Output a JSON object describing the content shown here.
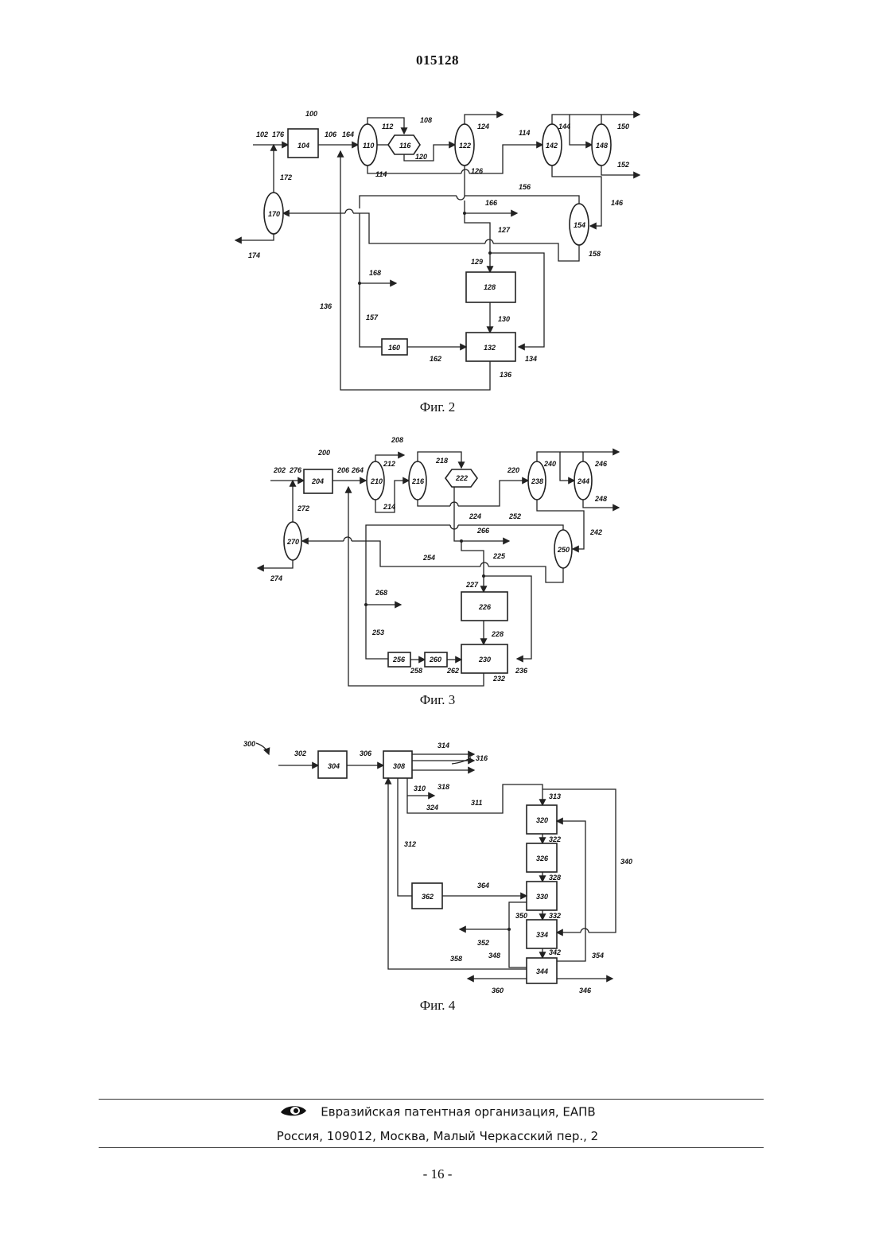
{
  "header": {
    "doc_number": "015128"
  },
  "figures": [
    {
      "caption": "Фиг. 2",
      "labels": {
        "l100": "100",
        "l102": "102",
        "l176": "176",
        "l104": "104",
        "l106": "106",
        "l164": "164",
        "l110": "110",
        "l112": "112",
        "l116": "116",
        "l120": "120",
        "l114a": "114",
        "l108": "108",
        "l122": "122",
        "l124": "124",
        "l114b": "114",
        "l126": "126",
        "l142": "142",
        "l144": "144",
        "l148": "148",
        "l150": "150",
        "l152": "152",
        "l146": "146",
        "l156": "156",
        "l154": "154",
        "l158": "158",
        "l166": "166",
        "l127": "127",
        "l129": "129",
        "l172": "172",
        "l170": "170",
        "l174": "174",
        "l168": "168",
        "l128": "128",
        "l136a": "136",
        "l157": "157",
        "l130": "130",
        "l160": "160",
        "l162": "162",
        "l132": "132",
        "l134": "134",
        "l136b": "136"
      }
    },
    {
      "caption": "Фиг. 3",
      "labels": {
        "l200": "200",
        "l208": "208",
        "l202": "202",
        "l276": "276",
        "l204": "204",
        "l206": "206",
        "l264": "264",
        "l210": "210",
        "l212": "212",
        "l214": "214",
        "l216": "216",
        "l218": "218",
        "l222": "222",
        "l220": "220",
        "l238": "238",
        "l240": "240",
        "l244": "244",
        "l246": "246",
        "l248": "248",
        "l224": "224",
        "l252": "252",
        "l242": "242",
        "l266": "266",
        "l250": "250",
        "l254": "254",
        "l225": "225",
        "l272": "272",
        "l270": "270",
        "l274": "274",
        "l227": "227",
        "l226": "226",
        "l268": "268",
        "l228": "228",
        "l253": "253",
        "l256": "256",
        "l260": "260",
        "l230": "230",
        "l258": "258",
        "l262": "262",
        "l236": "236",
        "l232": "232"
      }
    },
    {
      "caption": "Фиг. 4",
      "labels": {
        "l300": "300",
        "l302": "302",
        "l304": "304",
        "l306": "306",
        "l308": "308",
        "l314": "314",
        "l316": "316",
        "l318": "318",
        "l310": "310",
        "l324": "324",
        "l311": "311",
        "l313": "313",
        "l320": "320",
        "l322": "322",
        "l326": "326",
        "l328": "328",
        "l340": "340",
        "l312": "312",
        "l364": "364",
        "l362": "362",
        "l330": "330",
        "l350": "350",
        "l332": "332",
        "l334": "334",
        "l352": "352",
        "l348": "348",
        "l342": "342",
        "l354": "354",
        "l358": "358",
        "l344": "344",
        "l360": "360",
        "l346": "346"
      }
    }
  ],
  "footer": {
    "organization": "Евразийская патентная организация, ЕАПВ",
    "address": "Россия, 109012, Москва, Малый Черкасский пер., 2"
  },
  "page_number": "- 16 -"
}
